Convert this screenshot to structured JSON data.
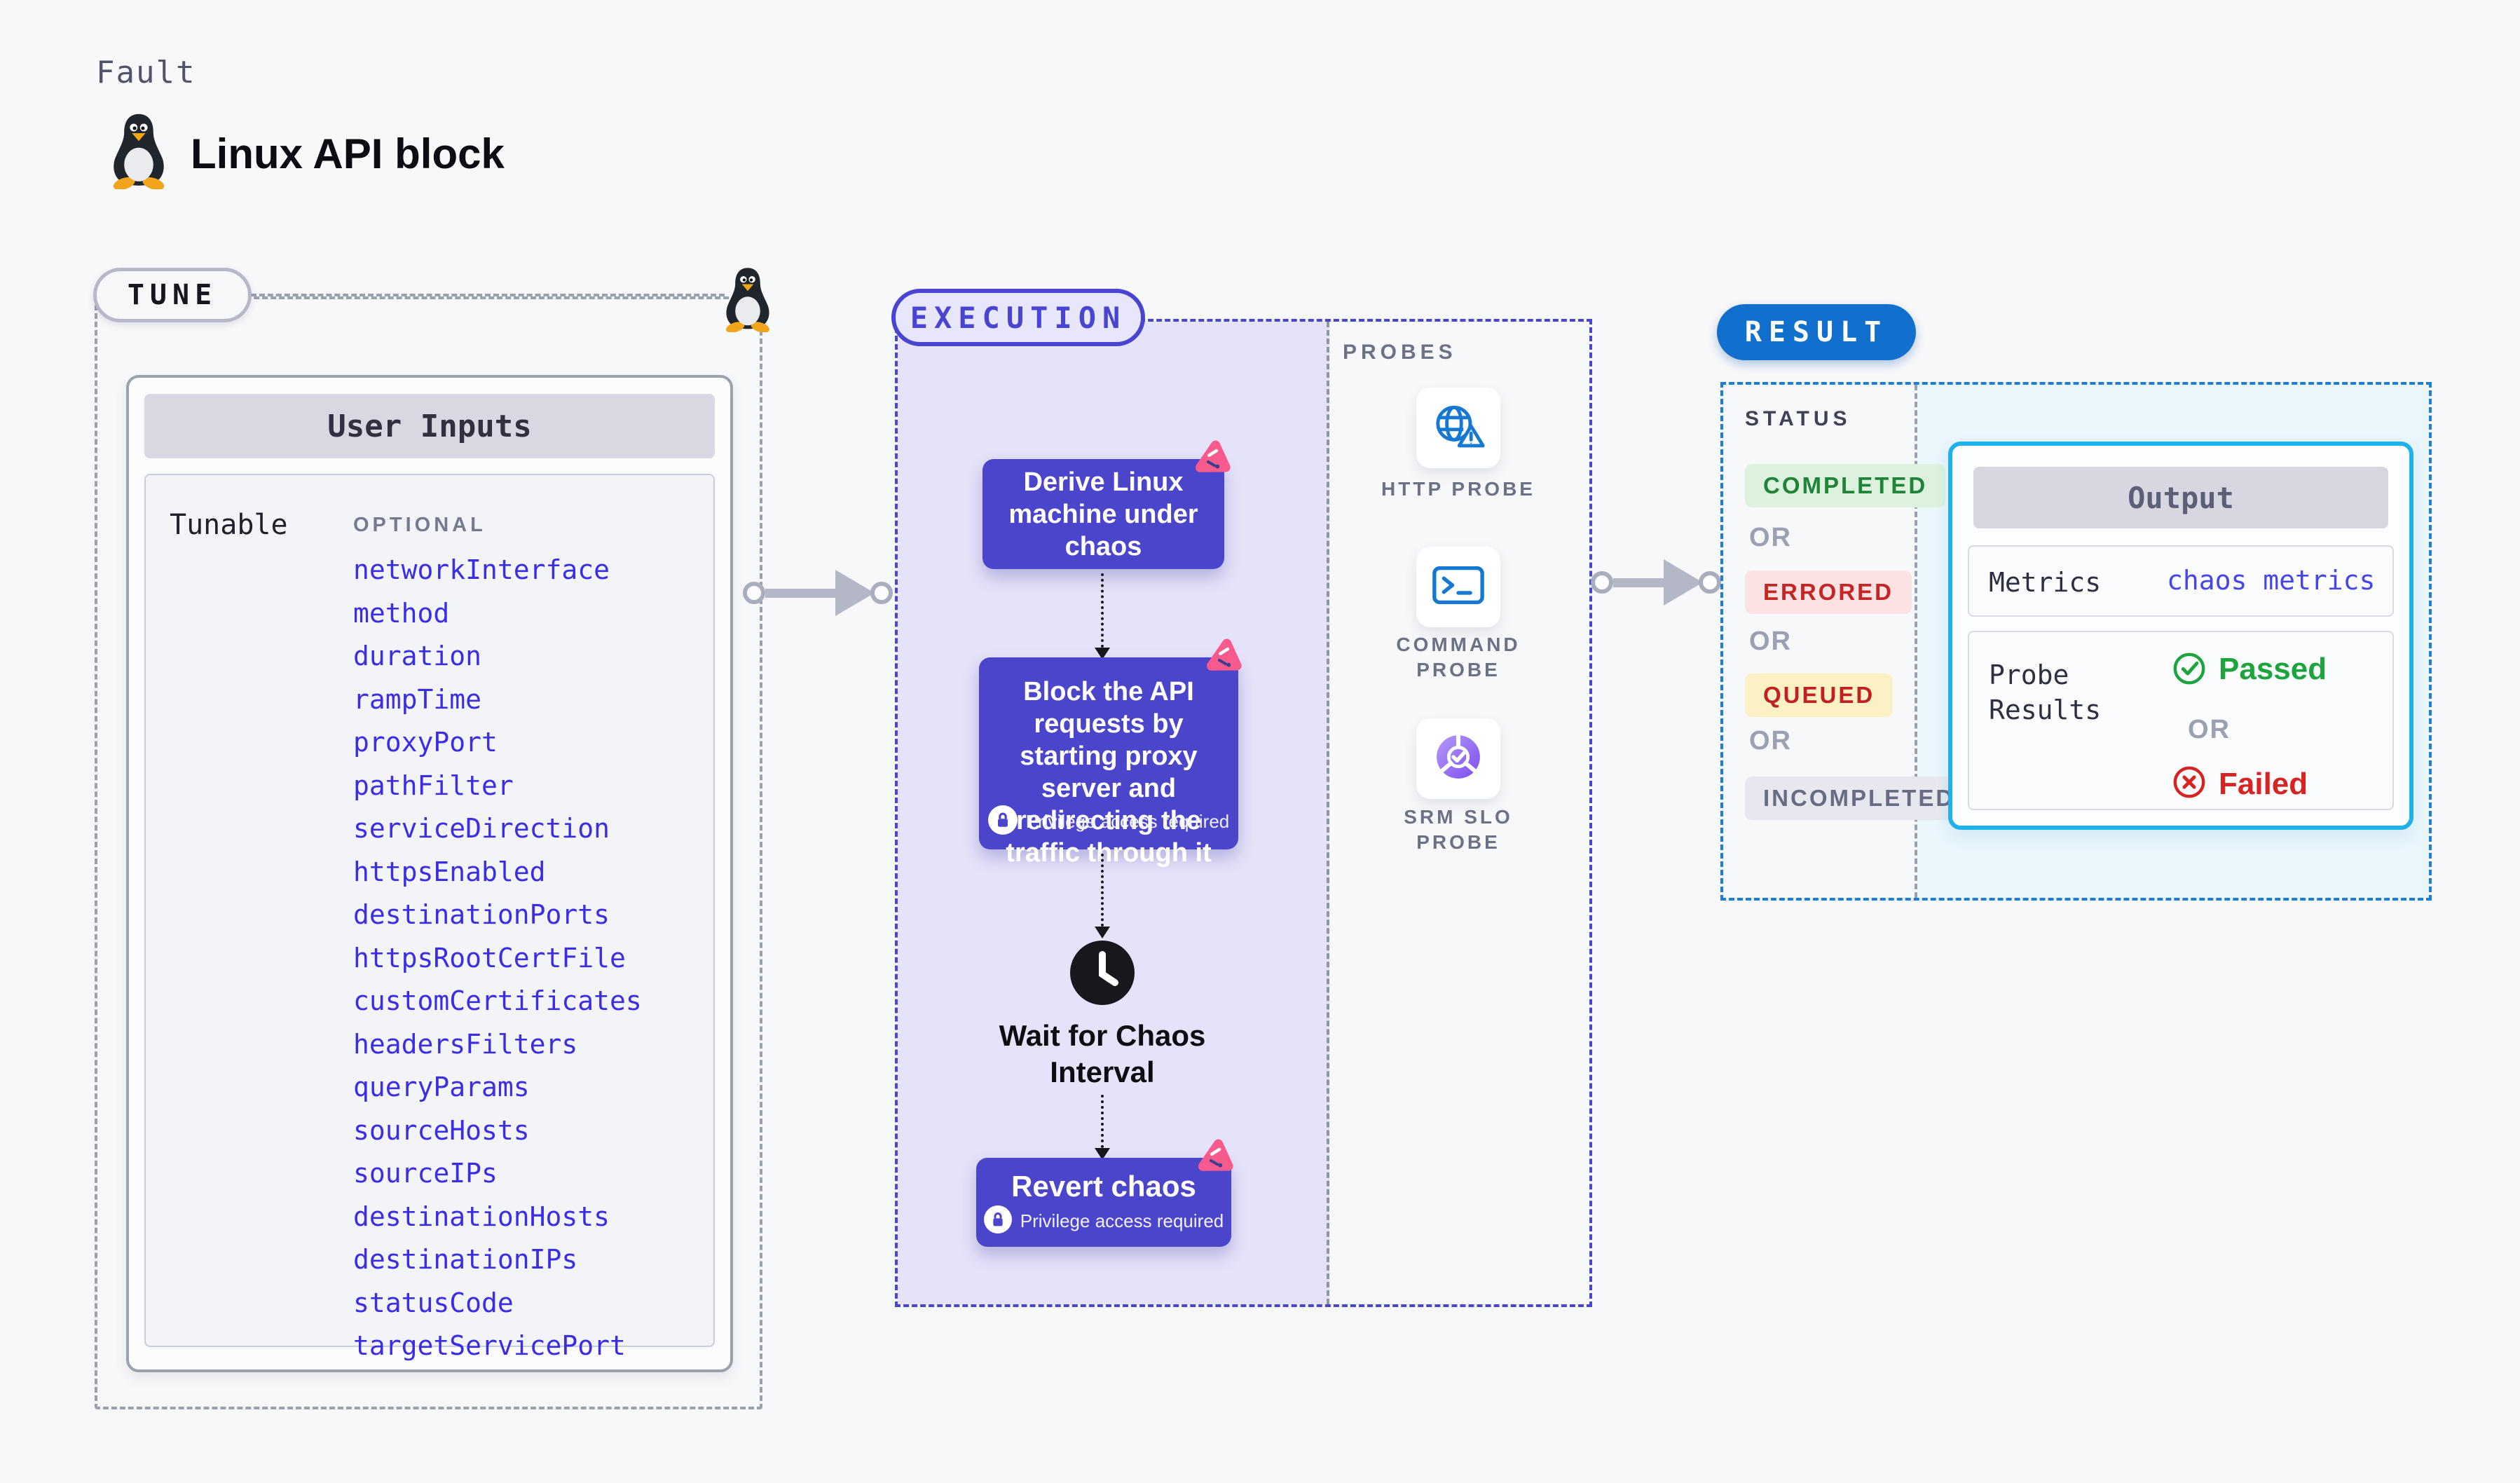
{
  "page": {
    "kicker": "Fault",
    "title": "Linux API block"
  },
  "tune": {
    "badge": "TUNE",
    "card_title": "User Inputs",
    "row_label": "Tunable",
    "col_label": "OPTIONAL",
    "params": [
      "networkInterface",
      "method",
      "duration",
      "rampTime",
      "proxyPort",
      "pathFilter",
      "serviceDirection",
      "httpsEnabled",
      "destinationPorts",
      "httpsRootCertFile",
      "customCertificates",
      "headersFilters",
      "queryParams",
      "sourceHosts",
      "sourceIPs",
      "destinationHosts",
      "destinationIPs",
      "statusCode",
      "targetServicePort"
    ]
  },
  "execution": {
    "badge": "EXECUTION",
    "step_derive": "Derive Linux machine under chaos",
    "step_block": "Block the API requests by starting proxy server and redirecting the traffic through it",
    "step_wait": "Wait for Chaos Interval",
    "step_revert": "Revert chaos",
    "privilege_label": "Privilege access required"
  },
  "probes": {
    "label": "PROBES",
    "items": [
      {
        "label": "HTTP PROBE",
        "icon": "globe-warning-icon"
      },
      {
        "label": "COMMAND PROBE",
        "icon": "terminal-icon"
      },
      {
        "label": "SRM SLO PROBE",
        "icon": "slo-gauge-check-icon"
      }
    ]
  },
  "result": {
    "badge": "RESULT",
    "status_label": "STATUS",
    "or_label": "OR",
    "statuses": [
      {
        "label": "COMPLETED"
      },
      {
        "label": "ERRORED"
      },
      {
        "label": "QUEUED"
      },
      {
        "label": "INCOMPLETED"
      }
    ],
    "output": {
      "title": "Output",
      "metrics_label": "Metrics",
      "metrics_value": "chaos metrics",
      "probe_results_label": "Probe Results",
      "passed_label": "Passed",
      "failed_label": "Failed"
    }
  },
  "colors": {
    "page_bg": "#f7f8fa",
    "indigo_box": "#4b45cb",
    "execution_accent": "#4a45d0",
    "execution_bg": "#e5e3f9",
    "param_link_blue": "#3b2ee2",
    "result_blue": "#1170cd",
    "result_dash_blue": "#1b7fd6",
    "output_border_cyan": "#1fb1e8",
    "output_bg_cyan": "#e9f6fc",
    "probe_icon_blue": "#1778d2",
    "srm_purple": "#7c4df0",
    "chaos_pink": "#f75a8c",
    "completed_green": "#208338",
    "errored_red": "#c42525",
    "queued_yellow_bg": "#fcf0c5",
    "passed_green": "#1ea43c",
    "failed_red": "#d62423"
  }
}
